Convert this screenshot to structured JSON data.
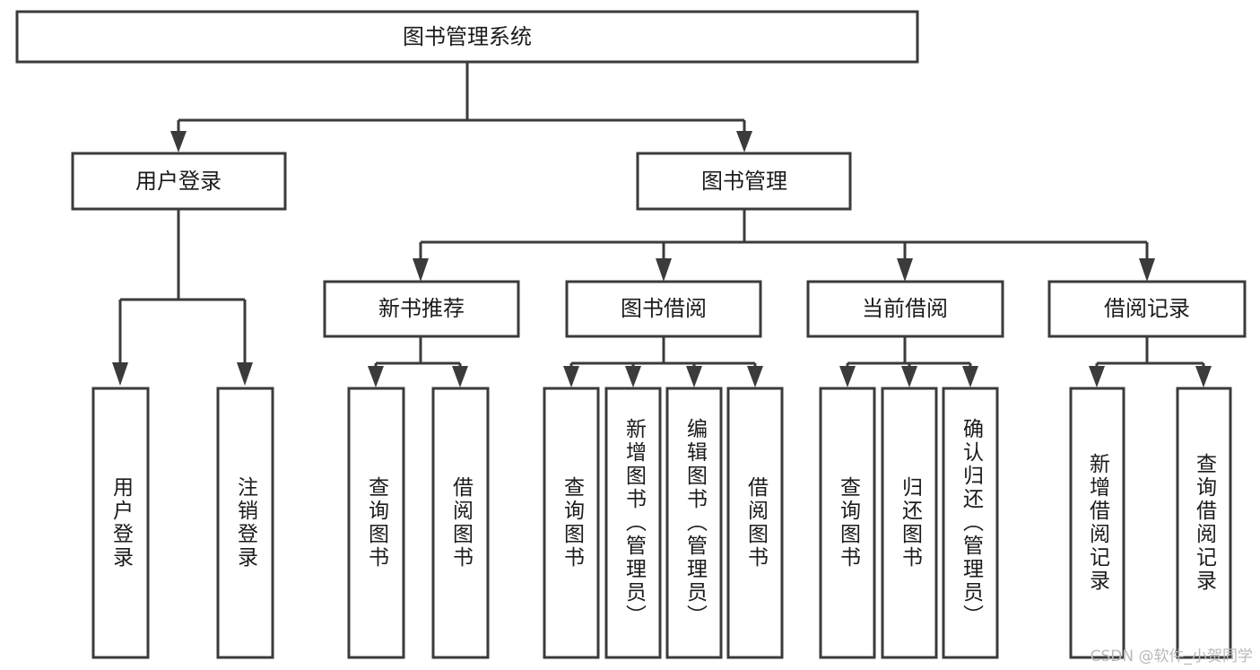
{
  "diagram": {
    "title": "图书管理系统",
    "type": "tree",
    "watermark": "CSDN @软件_小贺同学",
    "colors": {
      "stroke": "#3b3b3b",
      "fill": "#ffffff",
      "text": "#1b1b1b",
      "watermark": "#b9b9b9",
      "background": "#ffffff"
    },
    "levels": {
      "root": [
        "图书管理系统"
      ],
      "level1": [
        "用户登录",
        "图书管理"
      ],
      "level2": [
        "新书推荐",
        "图书借阅",
        "当前借阅",
        "借阅记录"
      ],
      "leaves": [
        "用户登录",
        "注销登录",
        "查询图书",
        "借阅图书",
        "查询图书",
        "新增图书（管理员）",
        "编辑图书（管理员）",
        "借阅图书",
        "查询图书",
        "归还图书",
        "确认归还（管理员）",
        "新增借阅记录",
        "查询借阅记录"
      ]
    },
    "nodes": {
      "root": {
        "label": "图书管理系统"
      },
      "user_login": {
        "label": "用户登录"
      },
      "book_manage": {
        "label": "图书管理"
      },
      "new_book_rec": {
        "label": "新书推荐"
      },
      "book_borrow": {
        "label": "图书借阅"
      },
      "current_borrow": {
        "label": "当前借阅"
      },
      "borrow_record": {
        "label": "借阅记录"
      },
      "leaf_user_login": {
        "label": "用户登录"
      },
      "leaf_logout": {
        "label": "注销登录"
      },
      "leaf_query_book_1": {
        "label": "查询图书"
      },
      "leaf_borrow_book_1": {
        "label": "借阅图书"
      },
      "leaf_query_book_2": {
        "label": "查询图书"
      },
      "leaf_add_book": {
        "label": "新增图书（管理员）"
      },
      "leaf_edit_book": {
        "label": "编辑图书（管理员）"
      },
      "leaf_borrow_book_2": {
        "label": "借阅图书"
      },
      "leaf_query_book_3": {
        "label": "查询图书"
      },
      "leaf_return_book": {
        "label": "归还图书"
      },
      "leaf_confirm_return": {
        "label": "确认归还（管理员）"
      },
      "leaf_add_record": {
        "label": "新增借阅记录"
      },
      "leaf_query_record": {
        "label": "查询借阅记录"
      }
    },
    "edges": [
      {
        "from": "root",
        "to": "user_login"
      },
      {
        "from": "root",
        "to": "book_manage"
      },
      {
        "from": "user_login",
        "to": "leaf_user_login"
      },
      {
        "from": "user_login",
        "to": "leaf_logout"
      },
      {
        "from": "book_manage",
        "to": "new_book_rec"
      },
      {
        "from": "book_manage",
        "to": "book_borrow"
      },
      {
        "from": "book_manage",
        "to": "current_borrow"
      },
      {
        "from": "book_manage",
        "to": "borrow_record"
      },
      {
        "from": "new_book_rec",
        "to": "leaf_query_book_1"
      },
      {
        "from": "new_book_rec",
        "to": "leaf_borrow_book_1"
      },
      {
        "from": "book_borrow",
        "to": "leaf_query_book_2"
      },
      {
        "from": "book_borrow",
        "to": "leaf_add_book"
      },
      {
        "from": "book_borrow",
        "to": "leaf_edit_book"
      },
      {
        "from": "book_borrow",
        "to": "leaf_borrow_book_2"
      },
      {
        "from": "current_borrow",
        "to": "leaf_query_book_3"
      },
      {
        "from": "current_borrow",
        "to": "leaf_return_book"
      },
      {
        "from": "current_borrow",
        "to": "leaf_confirm_return"
      },
      {
        "from": "borrow_record",
        "to": "leaf_add_record"
      },
      {
        "from": "borrow_record",
        "to": "leaf_query_record"
      }
    ]
  }
}
